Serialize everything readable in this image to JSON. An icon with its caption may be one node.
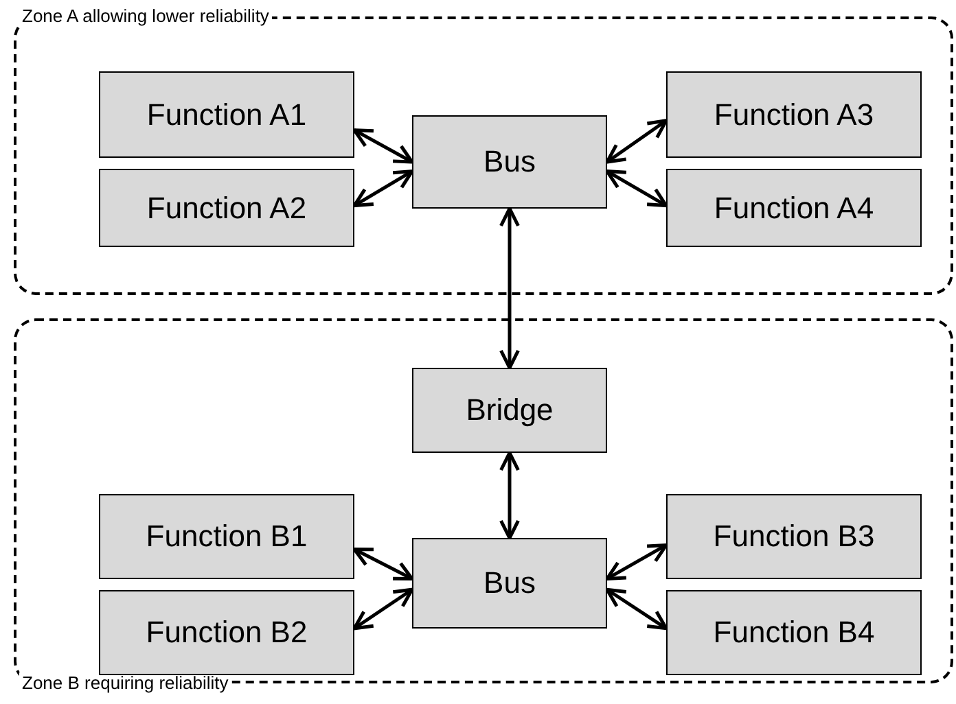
{
  "diagram": {
    "nodes": [
      {
        "text": [
          "Zone A allowing lower reliability"
        ]
      },
      {
        "text": [
          "Function A1"
        ],
        "in": 0
      },
      {
        "text": [
          "Function A2"
        ],
        "in": 0
      },
      {
        "text": [
          "Bus"
        ],
        "in": 0
      },
      {
        "text": [
          "Function A3"
        ],
        "in": 0
      },
      {
        "text": [
          "Function A4"
        ],
        "in": 0
      },
      {
        "text": [
          "Zone B requiring reliability"
        ]
      },
      {
        "text": [
          "Bridge"
        ],
        "in": 6
      },
      {
        "text": [
          "Function B1"
        ],
        "in": 6
      },
      {
        "text": [
          "Function B2"
        ],
        "in": 6
      },
      {
        "text": [
          "Bus"
        ],
        "in": 6
      },
      {
        "text": [
          "Function B3"
        ],
        "in": 6
      },
      {
        "text": [
          "Function B4"
        ],
        "in": 6
      }
    ],
    "edges": [
      {
        "from": 1,
        "to": 3,
        "arrow": "both"
      },
      {
        "from": 2,
        "to": 3,
        "arrow": "both"
      },
      {
        "from": 3,
        "to": 4,
        "arrow": "both"
      },
      {
        "from": 3,
        "to": 5,
        "arrow": "both"
      },
      {
        "from": 3,
        "to": 7,
        "arrow": "both"
      },
      {
        "from": 7,
        "to": 10,
        "arrow": "both"
      },
      {
        "from": 8,
        "to": 10,
        "arrow": "both"
      },
      {
        "from": 9,
        "to": 10,
        "arrow": "both"
      },
      {
        "from": 10,
        "to": 11,
        "arrow": "both"
      },
      {
        "from": 10,
        "to": 12,
        "arrow": "both"
      }
    ]
  }
}
